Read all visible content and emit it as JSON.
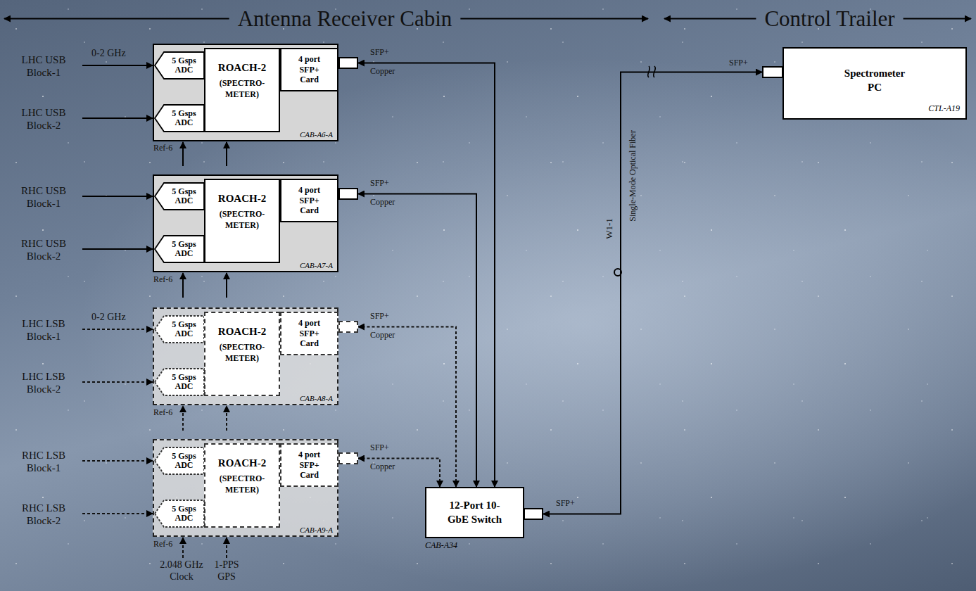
{
  "diagram": {
    "nodes": [
      {
        "text": [
          "CAB-A6-A"
        ]
      },
      {
        "text": [
          "5 Gsps ADC"
        ],
        "in": 0
      },
      {
        "text": [
          "ROACH-2",
          "(SPECTRO- METER)"
        ],
        "in": 0
      },
      {
        "text": [
          "4 port SFP+ Card"
        ],
        "in": 0
      },
      {
        "text": [
          "5 Gsps ADC"
        ],
        "in": 0
      },
      {
        "text": [
          "CAB-A7-A"
        ]
      },
      {
        "text": [
          "5 Gsps ADC"
        ],
        "in": 5
      },
      {
        "text": [
          "ROACH-2",
          "(SPECTRO- METER)"
        ],
        "in": 5
      },
      {
        "text": [
          "4 port SFP+ Card"
        ],
        "in": 5
      },
      {
        "text": [
          "5 Gsps ADC"
        ],
        "in": 5
      },
      {
        "text": [
          "CAB-A8-A"
        ]
      },
      {
        "text": [
          "5 Gsps ADC"
        ],
        "in": 10
      },
      {
        "text": [
          "ROACH-2",
          "(SPECTRO- METER)"
        ],
        "in": 10
      },
      {
        "text": [
          "4 port SFP+ Card"
        ],
        "in": 10
      },
      {
        "text": [
          "5 Gsps ADC"
        ],
        "in": 10
      },
      {
        "text": [
          "CAB-A9-A"
        ]
      },
      {
        "text": [
          "5 Gsps ADC"
        ],
        "in": 15
      },
      {
        "text": [
          "ROACH-2",
          "(SPECTRO- METER)"
        ],
        "in": 15
      },
      {
        "text": [
          "4 port SFP+ Card"
        ],
        "in": 15
      },
      {
        "text": [
          "5 Gsps ADC"
        ],
        "in": 15
      },
      {
        "text": [
          "12-Port 10- GbE Switch",
          "CAB-A34"
        ]
      },
      {
        "text": [
          "Spectrometer PC",
          "CTL-A19"
        ]
      }
    ],
    "edges": [
      {
        "from": 20,
        "to": 3,
        "arrow": "both"
      },
      {
        "from": 20,
        "to": 8,
        "arrow": "both"
      },
      {
        "from": 20,
        "to": 13,
        "arrow": "both"
      },
      {
        "from": 20,
        "to": 18,
        "arrow": "both"
      },
      {
        "from": 20,
        "to": 21,
        "arrow": "both"
      }
    ],
    "labels": [
      "Antenna Receiver Cabin",
      "Control Trailer",
      "LHC USB Block-1",
      "0-2 GHz",
      "SFP+",
      "Copper",
      "LHC USB Block-2",
      "Ref-6",
      "RHC USB Block-1",
      "SFP+",
      "Copper",
      "RHC USB Block-2",
      "Ref-6",
      "LHC LSB Block-1",
      "0-2 GHz",
      "SFP+",
      "Copper",
      "LHC LSB Block-2",
      "Ref-6",
      "RHC LSB Block-1",
      "SFP+",
      "Copper",
      "RHC LSB Block-2",
      "Ref-6",
      "2.048 GHz Clock",
      "1-PPS GPS",
      "SFP+",
      "W1-1",
      "Single-Mode Optical Fiber",
      "SFP+"
    ]
  }
}
